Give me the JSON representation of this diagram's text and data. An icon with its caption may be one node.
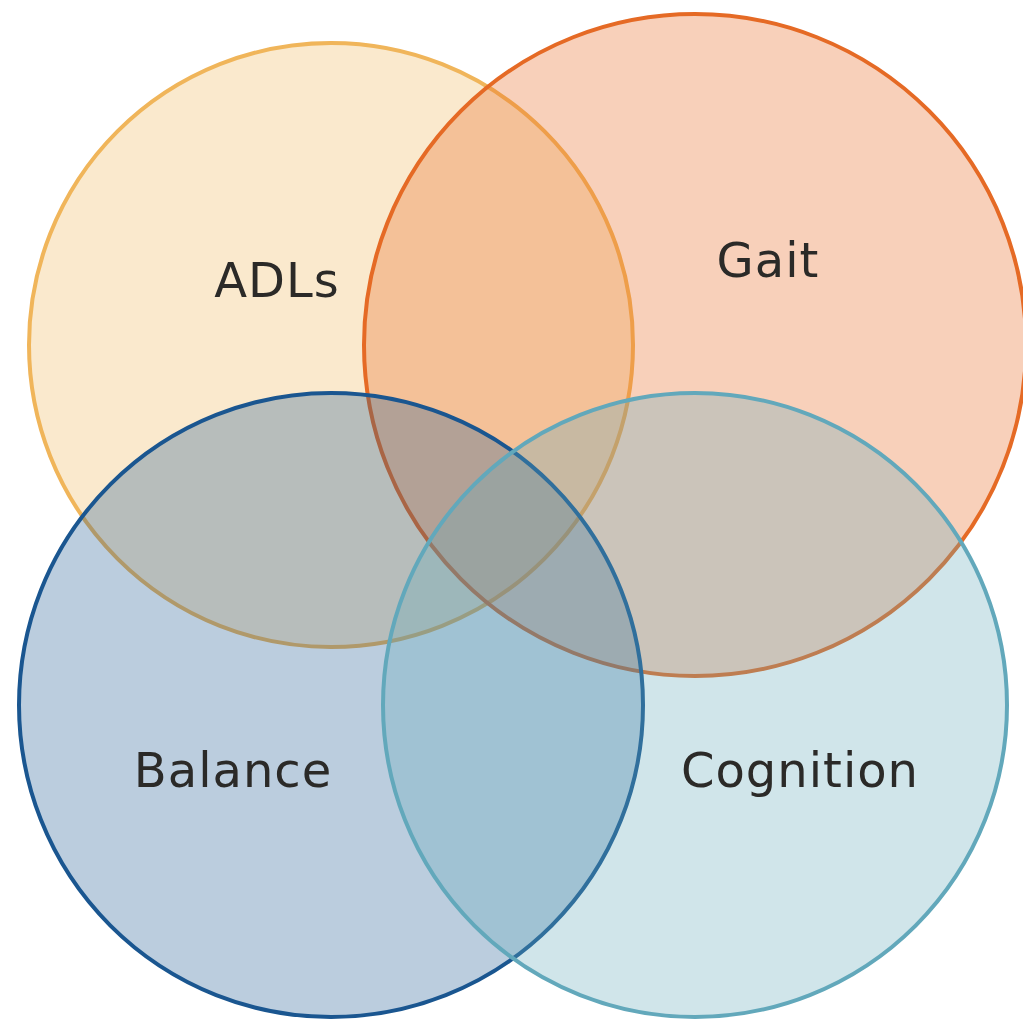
{
  "diagram": {
    "nodes": [
      {
        "text": [
          "ADLs"
        ]
      },
      {
        "text": [
          "Gait"
        ]
      },
      {
        "text": [
          "Balance"
        ]
      },
      {
        "text": [
          "Cognition"
        ]
      }
    ]
  }
}
